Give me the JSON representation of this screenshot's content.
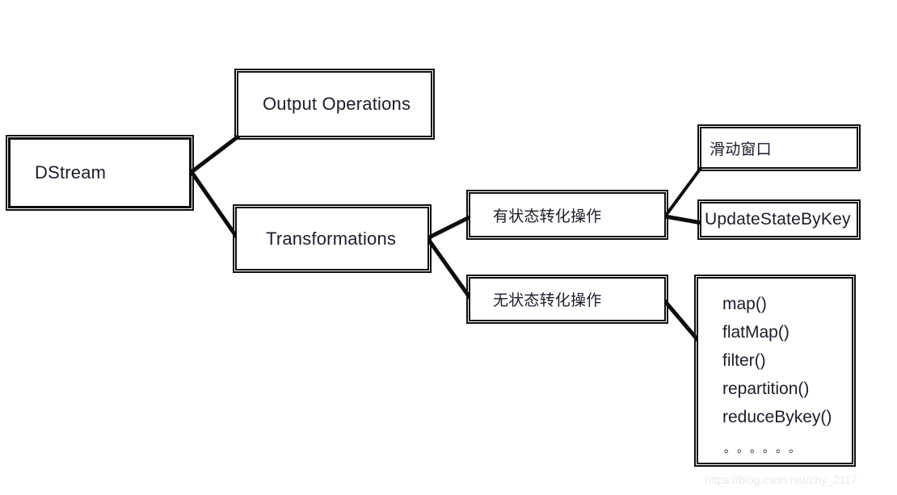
{
  "diagram": {
    "title": "DStream operations hierarchy",
    "background_color": "#ffffff",
    "line_color": "#0d0d0d",
    "text_color": "#1c1c2b",
    "nodes": {
      "dstream": "DStream",
      "output_operations": "Output Operations",
      "transformations": "Transformations",
      "stateful": "有状态转化操作",
      "stateless": "无状态转化操作",
      "sliding_window": "滑动窗口",
      "updatestatebykey": "UpdateStateByKey"
    },
    "stateless_functions": [
      "map()",
      "flatMap()",
      "filter()",
      "repartition()",
      "reduceBykey()"
    ],
    "stateless_functions_ellipsis": "。。。。。。"
  },
  "watermark": {
    "text": "https://blog.csdn.net/zhy_2117"
  }
}
